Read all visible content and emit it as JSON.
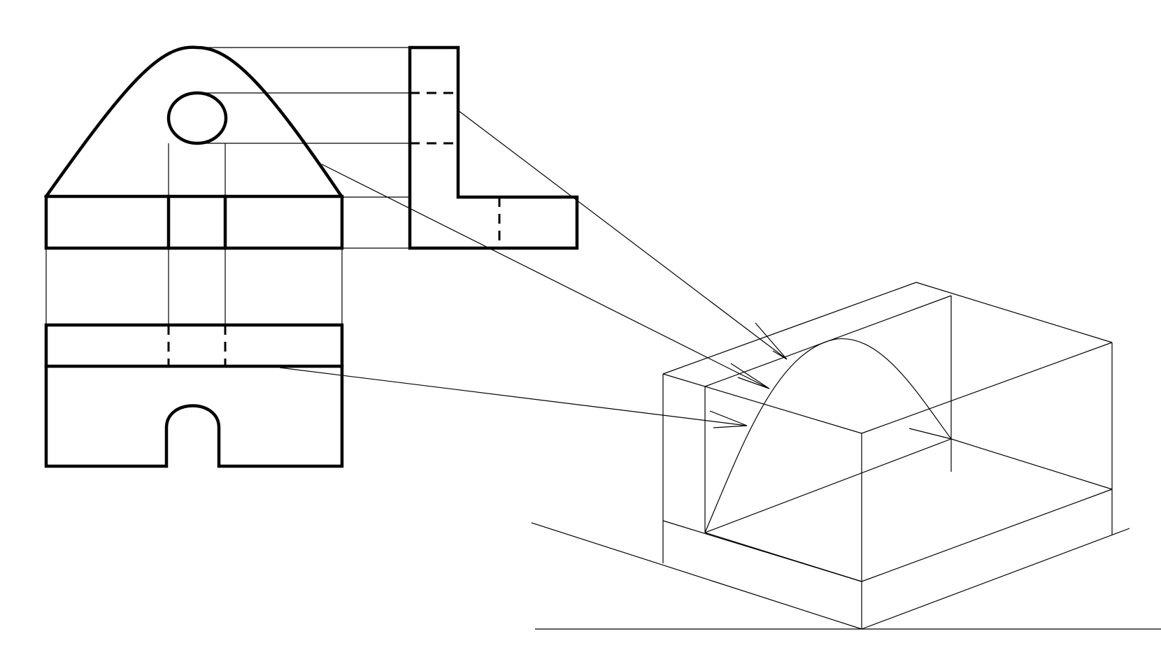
{
  "colors": {
    "background": "#ffffff",
    "line": "#000000"
  },
  "diagram": {
    "views": [
      "front-view",
      "side-view",
      "top-view",
      "isometric-construction"
    ],
    "texts": []
  }
}
